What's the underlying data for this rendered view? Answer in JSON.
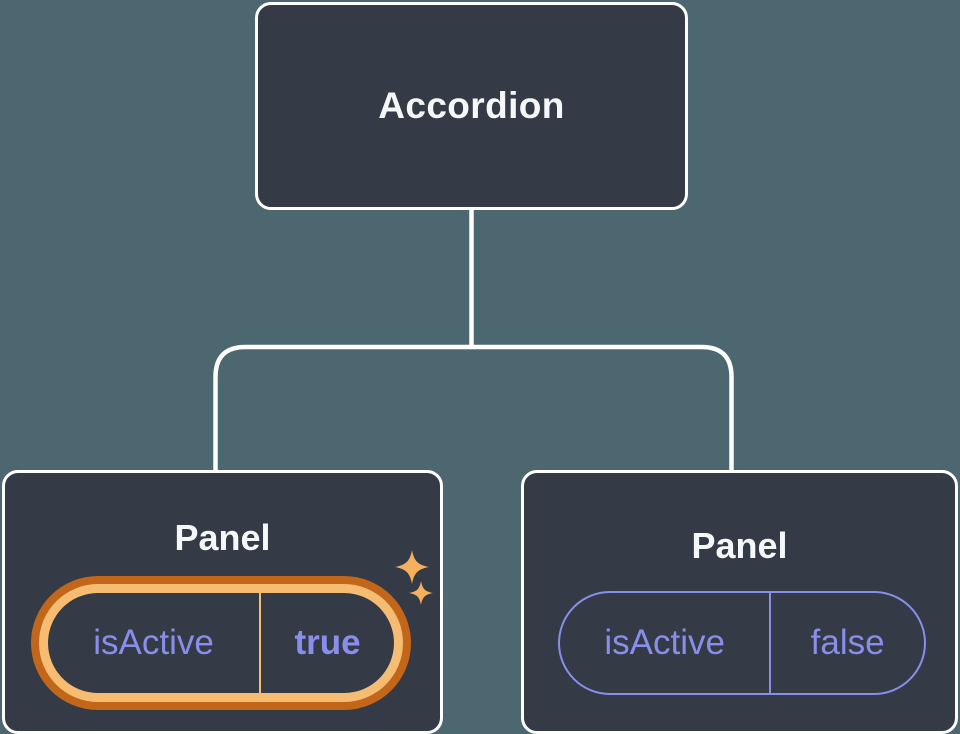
{
  "root_node": {
    "label": "Accordion"
  },
  "panels": [
    {
      "label": "Panel",
      "prop_name": "isActive",
      "prop_value": "true",
      "highlighted": true
    },
    {
      "label": "Panel",
      "prop_name": "isActive",
      "prop_value": "false",
      "highlighted": false
    }
  ],
  "icons": {
    "sparkle": "✦ four-point sparkle"
  },
  "colors": {
    "background": "#4C6770",
    "node_fill": "#343A46",
    "node_border": "#FFFFFF",
    "node_text": "#F6F7F9",
    "prop_text": "#888EEA",
    "inactive_pill_border": "#888EEA",
    "highlight_ring_outer": "#C2661A",
    "highlight_ring_inner": "#F5BC72",
    "sparkle": "#F4B05C",
    "connector": "#FFFFFF"
  }
}
